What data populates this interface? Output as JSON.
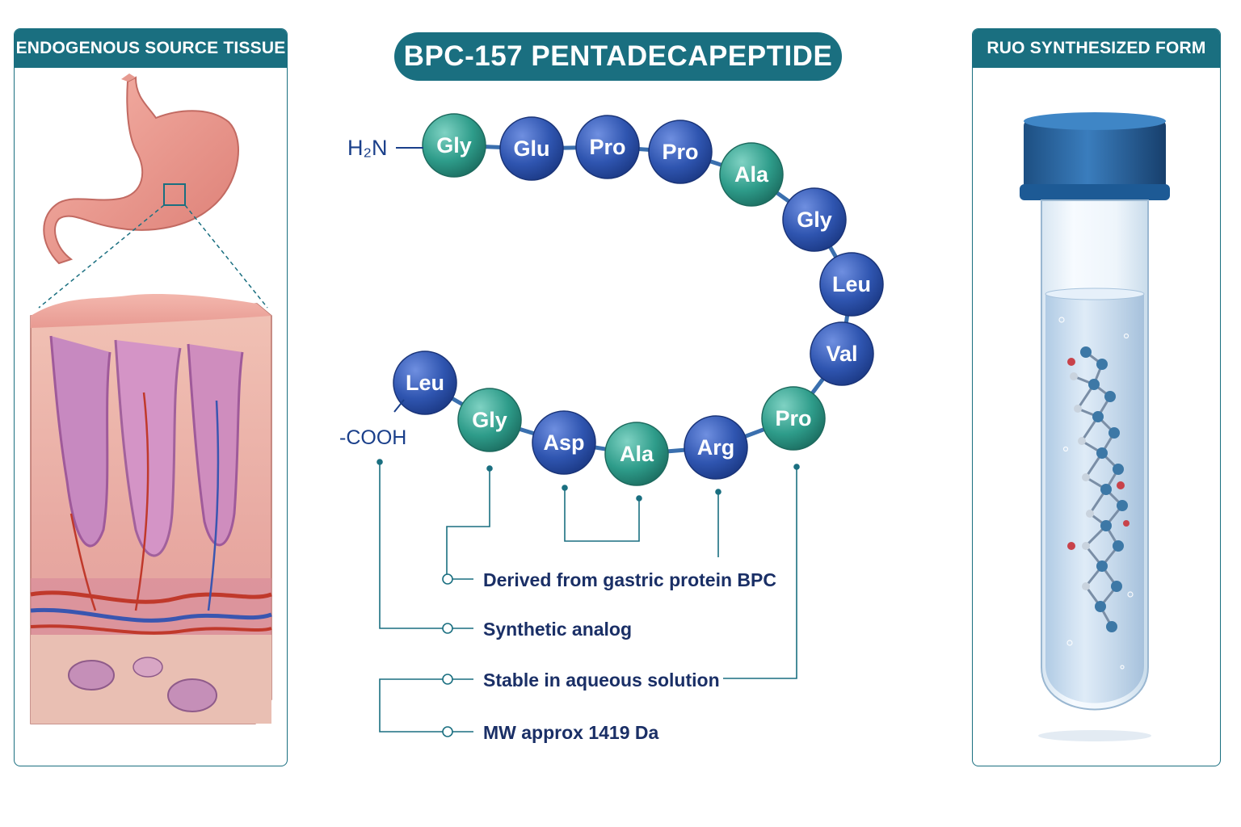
{
  "title": "BPC-157 PENTADECAPEPTIDE",
  "left_panel": {
    "header": "ENDOGENOUS SOURCE TISSUE"
  },
  "right_panel": {
    "header": "RUO SYNTHESIZED FORM"
  },
  "peptide": {
    "n_terminus": "H₂N",
    "c_terminus": "-COOH",
    "residues": [
      {
        "label": "Gly",
        "color": "teal"
      },
      {
        "label": "Glu",
        "color": "blue"
      },
      {
        "label": "Pro",
        "color": "blue"
      },
      {
        "label": "Pro",
        "color": "blue"
      },
      {
        "label": "Ala",
        "color": "teal"
      },
      {
        "label": "Gly",
        "color": "blue"
      },
      {
        "label": "Leu",
        "color": "blue"
      },
      {
        "label": "Val",
        "color": "blue"
      },
      {
        "label": "Pro",
        "color": "teal"
      },
      {
        "label": "Arg",
        "color": "blue"
      },
      {
        "label": "Ala",
        "color": "teal"
      },
      {
        "label": "Asp",
        "color": "blue"
      },
      {
        "label": "Gly",
        "color": "teal"
      },
      {
        "label": "Leu",
        "color": "blue"
      }
    ]
  },
  "annotations": [
    "Derived from gastric protein BPC",
    "Synthetic analog",
    "Stable in aqueous solution",
    "MW approx 1419 Da"
  ],
  "colors": {
    "accent": "#1a6f80",
    "residue_blue": "#2f55b0",
    "residue_teal": "#2e9c8a",
    "text_dark": "#1a2f66"
  }
}
